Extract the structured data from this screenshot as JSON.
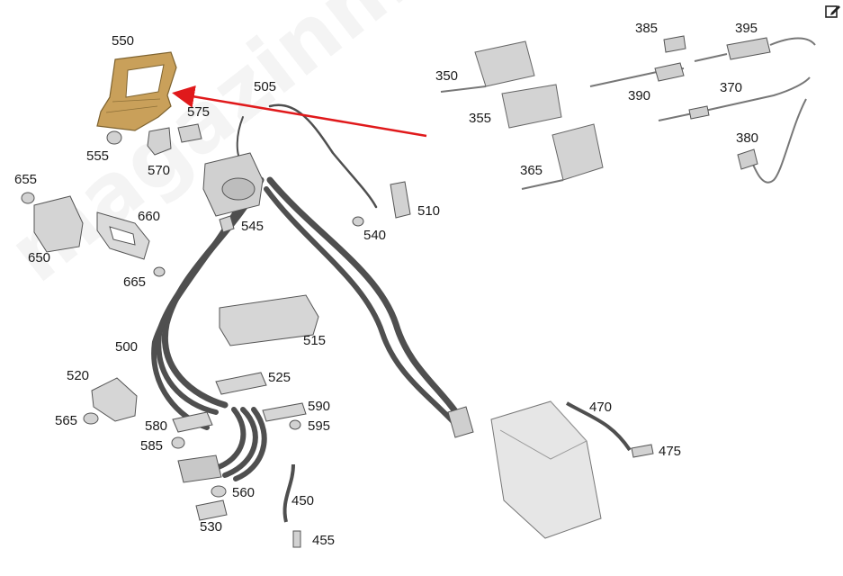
{
  "watermark": "magazinmercedes.ru",
  "icons": {
    "edit": "edit-icon"
  },
  "colors": {
    "highlight_part": "#c9a05a",
    "arrow": "#e0191b",
    "parts": "#d2d2d2",
    "cables": "#4f4f4f"
  },
  "labels": {
    "p550": "550",
    "p555": "555",
    "p570": "570",
    "p575": "575",
    "p505": "505",
    "p510": "510",
    "p540": "540",
    "p545": "545",
    "p655": "655",
    "p650": "650",
    "p660": "660",
    "p665": "665",
    "p500": "500",
    "p515": "515",
    "p520": "520",
    "p525": "525",
    "p565": "565",
    "p580": "580",
    "p585": "585",
    "p590": "590",
    "p595": "595",
    "p560": "560",
    "p530": "530",
    "p450": "450",
    "p455": "455",
    "p470": "470",
    "p475": "475",
    "p350": "350",
    "p355": "355",
    "p365": "365",
    "p385": "385",
    "p390": "390",
    "p395": "395",
    "p370": "370",
    "p380": "380"
  }
}
